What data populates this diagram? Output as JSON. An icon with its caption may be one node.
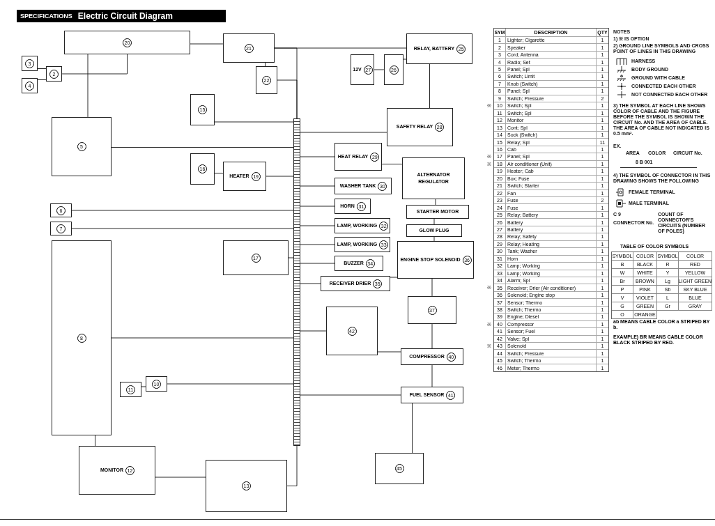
{
  "diagram": {
    "title": "Electric Circuit Diagram",
    "nodes": [
      {
        "text": [
          "20"
        ]
      },
      {
        "text": [
          "21"
        ]
      },
      {
        "text": [
          "RELAY, BATTERY",
          "25"
        ]
      },
      {
        "text": [
          "12V",
          "27"
        ]
      },
      {
        "text": [
          "26"
        ]
      },
      {
        "text": [
          "5"
        ]
      },
      {
        "text": [
          "6"
        ]
      },
      {
        "text": [
          "8"
        ]
      },
      {
        "text": [
          "15"
        ]
      },
      {
        "text": [
          "16"
        ]
      },
      {
        "text": [
          "HEATER",
          "19"
        ]
      },
      {
        "text": [
          "22"
        ]
      },
      {
        "text": [
          "17"
        ]
      },
      {
        "text": [
          "SAFETY RELAY",
          "28"
        ]
      },
      {
        "text": [
          "HEAT RELAY",
          "29"
        ]
      },
      {
        "text": [
          "ALTERNATOR",
          "REGULATOR"
        ]
      },
      {
        "text": [
          "WASHER TANK",
          "30"
        ]
      },
      {
        "text": [
          "HORN",
          "31"
        ]
      },
      {
        "text": [
          "STARTER MOTOR"
        ]
      },
      {
        "text": [
          "LAMP, WORKING",
          "32"
        ]
      },
      {
        "text": [
          "LAMP, WORKING",
          "33"
        ]
      },
      {
        "text": [
          "GLOW PLUG"
        ]
      },
      {
        "text": [
          "ENGINE STOP SOLENOID",
          "36"
        ]
      },
      {
        "text": [
          "BUZZER",
          "34"
        ]
      },
      {
        "text": [
          "RECEIVER DRIER",
          "35"
        ]
      },
      {
        "text": [
          "37"
        ]
      },
      {
        "text": [
          "COMPRESSOR",
          "40"
        ]
      },
      {
        "text": [
          "FUEL SENSOR",
          "41"
        ]
      },
      {
        "text": [
          "42"
        ]
      },
      {
        "text": [
          "MONITOR",
          "12"
        ]
      },
      {
        "text": [
          "13"
        ]
      },
      {
        "text": [
          "11"
        ]
      },
      {
        "text": [
          "10"
        ]
      },
      {
        "text": [],
        "shape": "bar"
      },
      {
        "text": [
          "45"
        ]
      },
      {
        "text": [
          "3"
        ]
      },
      {
        "text": [
          "2"
        ]
      },
      {
        "text": [
          "4"
        ]
      },
      {
        "text": [
          "7"
        ]
      }
    ],
    "edges": [
      {
        "from": 0,
        "to": 1,
        "arrow": "none"
      },
      {
        "from": 1,
        "to": 2,
        "arrow": "none"
      },
      {
        "from": 3,
        "to": 4,
        "arrow": "none"
      },
      {
        "from": 4,
        "to": 2,
        "arrow": "none"
      },
      {
        "from": 35,
        "to": 36,
        "arrow": "none"
      },
      {
        "from": 37,
        "to": 36,
        "arrow": "none"
      },
      {
        "from": 36,
        "to": 0,
        "arrow": "none"
      },
      {
        "from": 5,
        "to": 33,
        "arrow": "none"
      },
      {
        "from": 6,
        "to": 33,
        "arrow": "none"
      },
      {
        "from": 38,
        "to": 33,
        "arrow": "none"
      },
      {
        "from": 7,
        "to": 33,
        "arrow": "none"
      },
      {
        "from": 8,
        "to": 33,
        "arrow": "none"
      },
      {
        "from": 9,
        "to": 10,
        "arrow": "none"
      },
      {
        "from": 10,
        "to": 33,
        "arrow": "none"
      },
      {
        "from": 12,
        "to": 33,
        "arrow": "none"
      },
      {
        "from": 33,
        "to": 13,
        "arrow": "none"
      },
      {
        "from": 33,
        "to": 14,
        "arrow": "none"
      },
      {
        "from": 14,
        "to": 15,
        "arrow": "none"
      },
      {
        "from": 33,
        "to": 16,
        "arrow": "none"
      },
      {
        "from": 33,
        "to": 17,
        "arrow": "none"
      },
      {
        "from": 33,
        "to": 19,
        "arrow": "none"
      },
      {
        "from": 33,
        "to": 20,
        "arrow": "none"
      },
      {
        "from": 33,
        "to": 23,
        "arrow": "none"
      },
      {
        "from": 33,
        "to": 24,
        "arrow": "none"
      },
      {
        "from": 33,
        "to": 28,
        "arrow": "none"
      },
      {
        "from": 2,
        "to": 13,
        "arrow": "none"
      },
      {
        "from": 15,
        "to": 18,
        "arrow": "none"
      },
      {
        "from": 18,
        "to": 21,
        "arrow": "none"
      },
      {
        "from": 21,
        "to": 22,
        "arrow": "none"
      },
      {
        "from": 22,
        "to": 25,
        "arrow": "none"
      },
      {
        "from": 25,
        "to": 26,
        "arrow": "none"
      },
      {
        "from": 26,
        "to": 27,
        "arrow": "none"
      },
      {
        "from": 24,
        "to": 22,
        "arrow": "none"
      },
      {
        "from": 33,
        "to": 27,
        "arrow": "none"
      },
      {
        "from": 27,
        "to": 34,
        "arrow": "none"
      },
      {
        "from": 7,
        "to": 29,
        "arrow": "none"
      },
      {
        "from": 29,
        "to": 30,
        "arrow": "none"
      },
      {
        "from": 30,
        "to": 33,
        "arrow": "none"
      },
      {
        "from": 31,
        "to": 32,
        "arrow": "none"
      },
      {
        "from": 32,
        "to": 33,
        "arrow": "none"
      },
      {
        "from": 0,
        "to": 5,
        "arrow": "none"
      },
      {
        "from": 1,
        "to": 33,
        "arrow": "none"
      },
      {
        "from": 1,
        "to": 11,
        "arrow": "none"
      },
      {
        "from": 11,
        "to": 33,
        "arrow": "none"
      },
      {
        "from": 28,
        "to": 26,
        "arrow": "none"
      }
    ],
    "labels": [
      "SPECIFICATIONS",
      "SYM",
      "DESCRIPTION",
      "QTY",
      "1",
      "Lighter; Cigarette",
      "1",
      "2",
      "Speaker",
      "1",
      "3",
      "Cord; Antenna",
      "1",
      "4",
      "Radio; Set",
      "1",
      "5",
      "Panel; Spl",
      "1",
      "6",
      "Switch; Limit",
      "1",
      "7",
      "Knob (Switch)",
      "1",
      "8",
      "Panel; Spl",
      "1",
      "9",
      "Switch; Pressure",
      "2",
      "※",
      "10",
      "Switch; Spl",
      "1",
      "11",
      "Switch; Spl",
      "1",
      "12",
      "Monitor",
      "1",
      "13",
      "Cont; Spl",
      "1",
      "14",
      "Sock (Switch)",
      "1",
      "15",
      "Relay; Spl",
      "11",
      "16",
      "Cab",
      "1",
      "※",
      "17",
      "Panel; Spl",
      "1",
      "※",
      "18",
      "Air conditioner (Unit)",
      "1",
      "19",
      "Heater; Cab",
      "1",
      "20",
      "Box; Fuse",
      "1",
      "21",
      "Switch; Starter",
      "1",
      "22",
      "Fan",
      "1",
      "23",
      "Fuse",
      "2",
      "24",
      "Fuse",
      "1",
      "25",
      "Relay; Battery",
      "1",
      "26",
      "Battery",
      "1",
      "27",
      "Battery",
      "1",
      "28",
      "Relay; Safety",
      "1",
      "29",
      "Relay; Heating",
      "1",
      "30",
      "Tank; Washer",
      "1",
      "31",
      "Horn",
      "1",
      "32",
      "Lamp; Working",
      "1",
      "33",
      "Lamp; Working",
      "1",
      "34",
      "Alarm; Spl",
      "1",
      "※",
      "35",
      "Receiver; Drier (Air conditioner)",
      "1",
      "36",
      "Solenoid; Engine stop",
      "1",
      "37",
      "Sensor; Thermo",
      "1",
      "38",
      "Switch; Thermo",
      "1",
      "39",
      "Engine; Diesel",
      "1",
      "※",
      "40",
      "Compressor",
      "1",
      "41",
      "Sensor; Fuel",
      "1",
      "42",
      "Valve; Spl",
      "1",
      "※",
      "43",
      "Solenoid",
      "1",
      "44",
      "Switch; Pressure",
      "1",
      "45",
      "Switch; Thermo",
      "1",
      "46",
      "Meter; Thermo",
      "1",
      "NOTES",
      "1) ※ IS OPTION",
      "2) GROUND LINE SYMBOLS AND CROSS POINT OF LINES IN THIS DRAWING",
      "HARNESS",
      "BODY GROUND",
      "GROUND WITH CABLE",
      "CONNECTED EACH OTHER",
      "NOT CONNECTED EACH OTHER",
      "3) THE SYMBOL AT EACH LINE SHOWS COLOR OF CABLE AND THE FIGURE BEFORE THE SYMBOL IS SHOWN THE CIRCUIT No. AND THE AREA OF CABLE. THE AREA OF CABLE NOT INDICATED IS 0.5 mm².",
      "EX.",
      "AREA",
      "COLOR",
      "CIRCUIT No.",
      "8 B 001",
      "4) THE SYMBOL OF CONNECTOR IN THIS DRAWING SHOWS THE FOLLOWING",
      "FEMALE TERMINAL",
      "MALE TERMINAL",
      "C 9",
      "CONNECTOR No.",
      "COUNT OF CONNECTOR'S CIRCUITS (NUMBER OF POLES)",
      "TABLE OF COLOR SYMBOLS",
      "SYMBOL",
      "COLOR",
      "SYMBOL",
      "COLOR",
      "B",
      "BLACK",
      "R",
      "RED",
      "W",
      "WHITE",
      "Y",
      "YELLOW",
      "Br",
      "BROWN",
      "Lg",
      "LIGHT GREEN",
      "P",
      "PINK",
      "Sb",
      "SKY BLUE",
      "V",
      "VIOLET",
      "L",
      "BLUE",
      "G",
      "GREEN",
      "Gr",
      "GRAY",
      "O",
      "ORANGE",
      "ab MEANS CABLE COLOR a STRIPED BY b.",
      "EXAMPLE) BR MEANS CABLE COLOR BLACK STRIPED BY RED."
    ]
  }
}
